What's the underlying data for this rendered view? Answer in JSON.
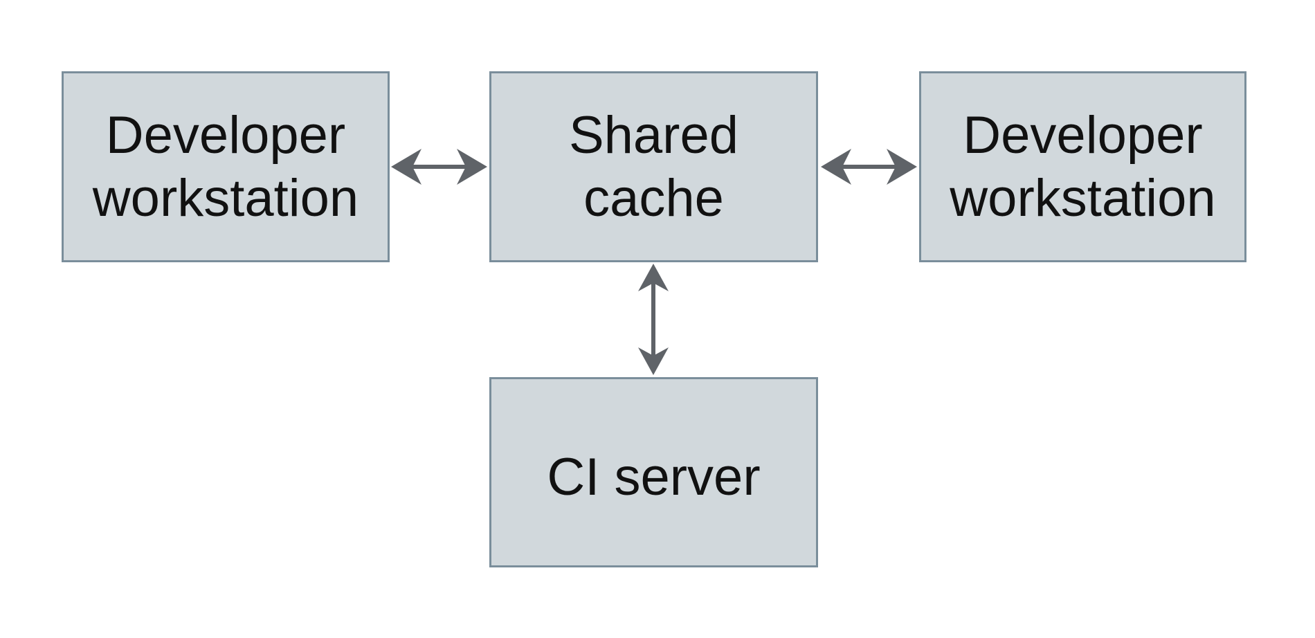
{
  "diagram": {
    "type": "architecture-diagram",
    "colors": {
      "background": "#ffffff",
      "node_fill": "#d1d8dc",
      "node_border": "#7a8e9b",
      "arrow": "#5f6368",
      "text": "#111111"
    },
    "nodes": [
      {
        "id": "developer-workstation-left",
        "label": "Developer workstation",
        "lines": [
          "Developer",
          "workstation"
        ]
      },
      {
        "id": "shared-cache",
        "label": "Shared cache",
        "lines": [
          "Shared",
          "cache"
        ]
      },
      {
        "id": "developer-workstation-right",
        "label": "Developer workstation",
        "lines": [
          "Developer",
          "workstation"
        ]
      },
      {
        "id": "ci-server",
        "label": "CI server",
        "lines": [
          "CI server"
        ]
      }
    ],
    "edges": [
      {
        "from": "developer-workstation-left",
        "to": "shared-cache",
        "type": "bidirectional"
      },
      {
        "from": "shared-cache",
        "to": "developer-workstation-right",
        "type": "bidirectional"
      },
      {
        "from": "shared-cache",
        "to": "ci-server",
        "type": "bidirectional"
      }
    ]
  }
}
